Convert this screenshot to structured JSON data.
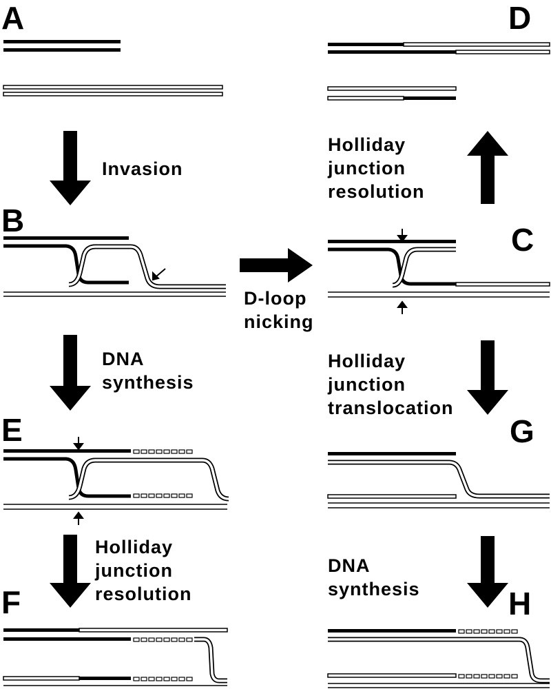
{
  "panels": {
    "A": "A",
    "B": "B",
    "C": "C",
    "D": "D",
    "E": "E",
    "F": "F",
    "G": "G",
    "H": "H"
  },
  "steps": {
    "invasion": [
      "Invasion"
    ],
    "d_loop_nicking": [
      "D-loop",
      "nicking"
    ],
    "dna_synthesis_left": [
      "DNA",
      "synthesis"
    ],
    "hj_resolution_left": [
      "Holliday",
      "junction",
      "resolution"
    ],
    "hj_resolution_right": [
      "Holliday",
      "junction",
      "resolution"
    ],
    "hj_translocation": [
      "Holliday",
      "junction",
      "translocation"
    ],
    "dna_synthesis_right": [
      "DNA",
      "synthesis"
    ]
  },
  "colors": {
    "ink": "#000000",
    "paper": "#ffffff"
  }
}
